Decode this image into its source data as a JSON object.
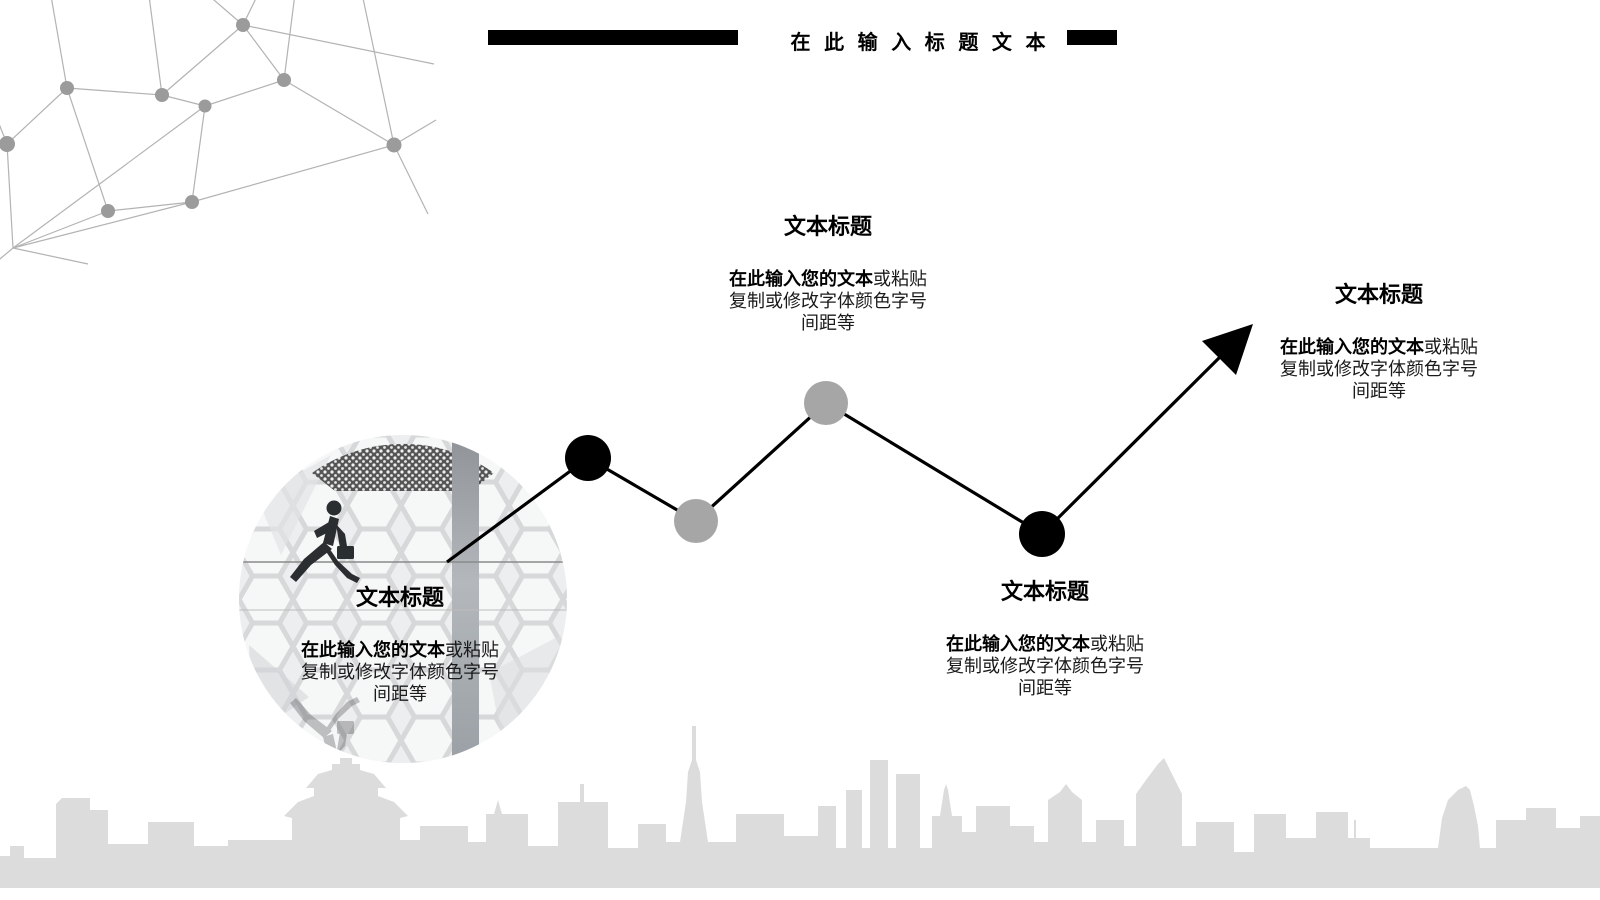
{
  "title_bar": {
    "text": "在 此 输 入 标 题 文 本"
  },
  "text_blocks": [
    {
      "position": "on-photo-circle",
      "heading": "文本标题",
      "line1_bold": "在此输入您的文本",
      "line1_regular": "或粘贴",
      "line2": "复制或修改字体颜色字号",
      "line3": "间距等"
    },
    {
      "position": "top-center",
      "heading": "文本标题",
      "line1_bold": "在此输入您的文本",
      "line1_regular": "或粘贴",
      "line2": "复制或修改字体颜色字号",
      "line3": "间距等"
    },
    {
      "position": "bottom-center",
      "heading": "文本标题",
      "line1_bold": "在此输入您的文本",
      "line1_regular": "或粘贴",
      "line2": "复制或修改字体颜色字号",
      "line3": "间距等"
    },
    {
      "position": "right",
      "heading": "文本标题",
      "line1_bold": "在此输入您的文本",
      "line1_regular": "或粘贴",
      "line2": "复制或修改字体颜色字号",
      "line3": "间距等"
    }
  ],
  "diagram": {
    "type": "zigzag-trend-line",
    "node_colors": [
      "#000000",
      "#a6a6a6",
      "#a6a6a6",
      "#000000"
    ],
    "line_color": "#000000",
    "arrow_color": "#000000"
  },
  "colors": {
    "title_bar_black": "#000000",
    "node_gray": "#a6a6a6",
    "skyline_gray": "#dcdcdc",
    "network_gray": "#9b9b9b",
    "network_line": "#b3b3b3"
  }
}
